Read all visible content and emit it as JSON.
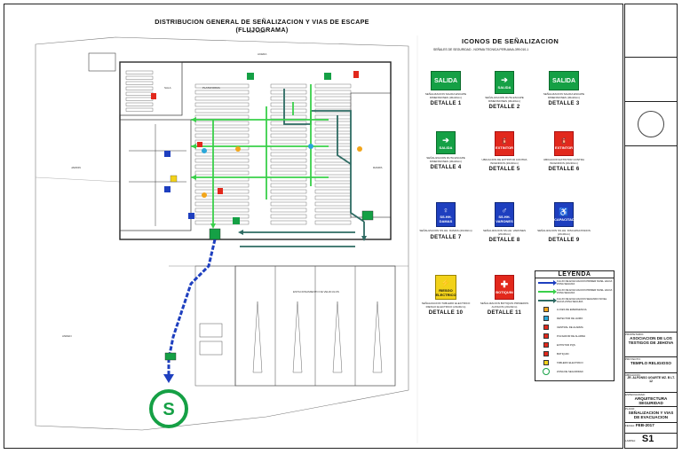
{
  "drawing": {
    "title": "DISTRIBUCION GENERAL DE SEÑALIZACION Y VIAS DE ESCAPE (FLUJOGRAMA)",
    "scale": "ESC. 1:100"
  },
  "plan": {
    "labels": {
      "sala": "SALA",
      "pulpito": "PLATAFORMA",
      "rampa": "RAMPA",
      "jardin": "JARDIN",
      "acera": "ACERA",
      "estacionamiento": "ESTACIONAMIENTO DE VEHICULOS",
      "anden": "ANDEN",
      "punto_reunion": "S"
    }
  },
  "icons_panel": {
    "title": "ICONOS DE SEÑALIZACION",
    "subtitle": "SEÑALES DE SEGURIDAD - NORMA TECNICA PERUANA-399.010-1",
    "details": [
      {
        "sign_text": "SALIDA",
        "caption": "SEÑALIZACION SALIDA ESCAPE DIMENSIONES (30x20cm)",
        "label": "DETALLE  1"
      },
      {
        "sign_text": "SALIDA",
        "caption": "SEÑALIZACION RUTA ESCAPE DIMENSIONES (30x20cm)",
        "label": "DETALLE  2"
      },
      {
        "sign_text": "SALIDA",
        "caption": "SEÑALIZACION SALIDA ESCAPE DIMENSIONES (30x20cm)",
        "label": "DETALLE  3"
      },
      {
        "sign_text": "SALIDA",
        "caption": "SEÑALIZACION RUTA ESCAPE DIMENSIONES (30x20cm)",
        "label": "DETALLE  4"
      },
      {
        "sign_text": "EXTINTOR",
        "caption": "UBICACION DE EXTINTOR CONTRA INCENDIOS (20x30cm)",
        "label": "DETALLE  5"
      },
      {
        "sign_text": "EXTINTOR",
        "caption": "UBICACION EXTINTOR CONTRA INCENDIOS (20x30cm)",
        "label": "DETALLE  6"
      },
      {
        "sign_text": "SS.HH. DAMAS",
        "caption": "SEÑALIZACION SS.HH. DAMAS (20x30cm)",
        "label": "DETALLE  7"
      },
      {
        "sign_text": "SS.HH. VARONES",
        "caption": "SEÑALIZACION SS.HH. VARONES (20x30cm)",
        "label": "DETALLE  8"
      },
      {
        "sign_text": "DISCAPACITADOS",
        "caption": "SEÑALIZACION SS.HH. DISCAPACITADOS (20x30cm)",
        "label": "DETALLE  9"
      },
      {
        "sign_text": "RIESGO ELECTRICO",
        "caption": "SEÑALIZACION TABLERO ELECTRICO RIESGO ELECTRICO (20x30cm)",
        "label": "DETALLE  10"
      },
      {
        "sign_text": "BOTIQUIN",
        "caption": "SEÑALIZACION BOTIQUIN PRIMEROS AUXILIOS (20x30cm)",
        "label": "DETALLE  11"
      }
    ]
  },
  "legend": {
    "title": "LEYENDA",
    "items": [
      {
        "text": "FLUJO DE EVACUACION PRIMER NIVEL HACIA ZONA SEGURA",
        "color": "#1e3fbf"
      },
      {
        "text": "FLUJO DE EVACUACION PRIMER NIVEL HACIA ZONA SEGURA",
        "color": "#39d04a"
      },
      {
        "text": "FLUJO DE EVACUACION SEGUNDO NIVEL HACIA ZONA SEGURA",
        "color": "#2e6b63"
      },
      {
        "text": "LUCES DE EMERGENCIA",
        "color": "#f2a51a"
      },
      {
        "text": "DETECTOR DE HUMO",
        "color": "#2aa7d8"
      },
      {
        "text": "CENTRAL DE ALARMA",
        "color": "#e2281c"
      },
      {
        "text": "PULSADOR DE ALARMA",
        "color": "#e2281c"
      },
      {
        "text": "EXTINTOR PQS",
        "color": "#e2281c"
      },
      {
        "text": "BOTIQUIN",
        "color": "#e2281c"
      },
      {
        "text": "TABLERO ELECTRICO",
        "color": "#f2d21a"
      },
      {
        "text": "ZONA DE SEGURIDAD",
        "color": "#15a045"
      }
    ]
  },
  "title_block": {
    "owner_label": "PROPIETARIO:",
    "owner": "ASOCIACION DE LOS TESTIGOS DE JEHOVA",
    "project_label": "PROYECTO:",
    "project": "TEMPLO RELIGIOSO",
    "location_label": "UBICACION:",
    "location": "JR. ALFONSO UGARTE MZ. B LT. 12",
    "specialty_label": "ESPECIALIDAD:",
    "specialty": "ARQUITECTURA SEGURIDAD",
    "plan_label": "PLANO:",
    "plan_name": "SEÑALIZACION Y VIAS DE EVACUACION",
    "date_label": "FECHA:",
    "date": "FEB-2017",
    "sheet_label": "LAMINA:",
    "sheet": "S1"
  }
}
